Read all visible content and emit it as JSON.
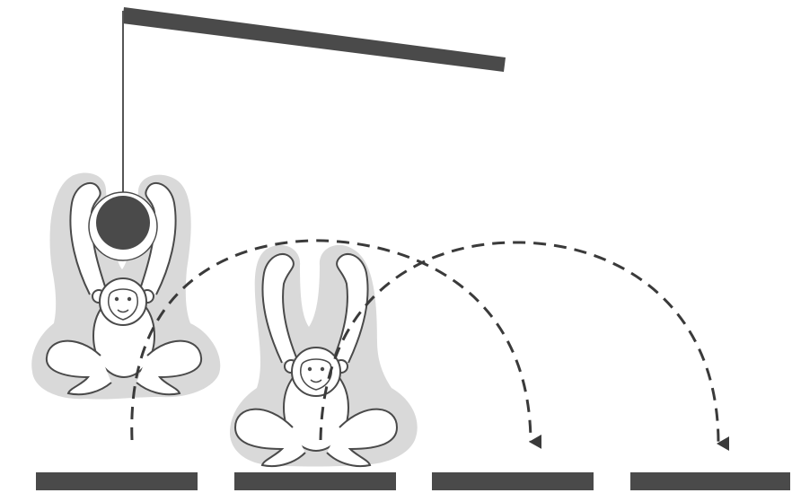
{
  "scene": {
    "beam_color": "#4a4a4a",
    "string_color": "#555555",
    "ball_color": "#4a4a4a",
    "halo_color": "#d9d9d9",
    "outline_color": "#4a4a4a",
    "skin_color": "#ffffff",
    "trajectory_color": "#3a3a3a",
    "platform_color": "#4a4a4a"
  },
  "monkeys": [
    {
      "pose": "arms-raised-holding-ball",
      "holding_ball": true
    },
    {
      "pose": "arms-raised-empty",
      "holding_ball": false
    }
  ],
  "trajectories": [
    {
      "name": "arc-from-first-monkey",
      "style": "dashed",
      "arrow_head": true
    },
    {
      "name": "arc-from-second-monkey",
      "style": "dashed",
      "arrow_head": true
    }
  ],
  "platforms": [
    {
      "id": "platform-1"
    },
    {
      "id": "platform-2"
    },
    {
      "id": "platform-3"
    },
    {
      "id": "platform-4"
    }
  ]
}
